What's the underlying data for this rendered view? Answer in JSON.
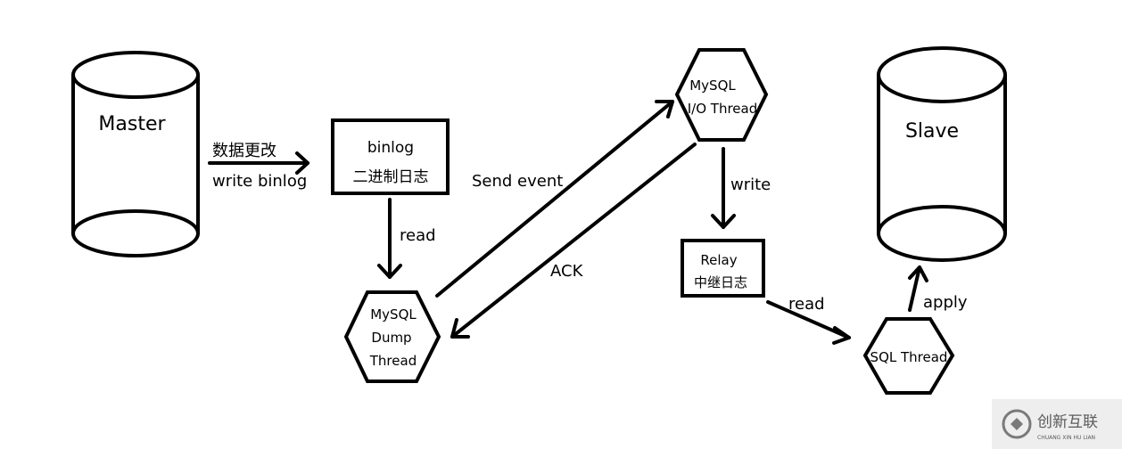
{
  "nodes": {
    "master": {
      "label": "Master"
    },
    "binlog": {
      "line1": "binlog",
      "line2": "二进制日志"
    },
    "dump_thread": {
      "line1": "MySQL",
      "line2": "Dump",
      "line3": "Thread"
    },
    "io_thread": {
      "line1": "MySQL",
      "line2": "I/O Thread"
    },
    "relay": {
      "line1": "Relay",
      "line2": "中继日志"
    },
    "sql_thread": {
      "label": "SQL Thread"
    },
    "slave": {
      "label": "Slave"
    }
  },
  "edges": {
    "master_to_binlog": {
      "line1": "数据更改",
      "line2": "write binlog"
    },
    "binlog_to_dump": {
      "label": "read"
    },
    "send_event": {
      "label": "Send event"
    },
    "ack": {
      "label": "ACK"
    },
    "io_to_relay": {
      "label": "write"
    },
    "relay_to_sql": {
      "label": "read"
    },
    "sql_to_slave": {
      "label": "apply"
    }
  },
  "watermark": {
    "text": "创新互联",
    "subtext": "CHUANG XIN HU LIAN"
  }
}
